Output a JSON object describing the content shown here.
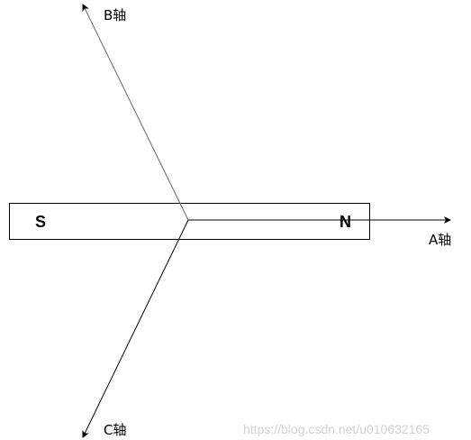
{
  "magnet": {
    "south_label": "S",
    "north_label": "N"
  },
  "axes": {
    "a_label": "A轴",
    "b_label": "B轴",
    "c_label": "C轴"
  },
  "colors": {
    "axis_a": "#000000",
    "axis_b": "#666666",
    "axis_c": "#000000",
    "magnet_outline": "#000000"
  },
  "watermark": "https://blog.csdn.net/u010632165"
}
